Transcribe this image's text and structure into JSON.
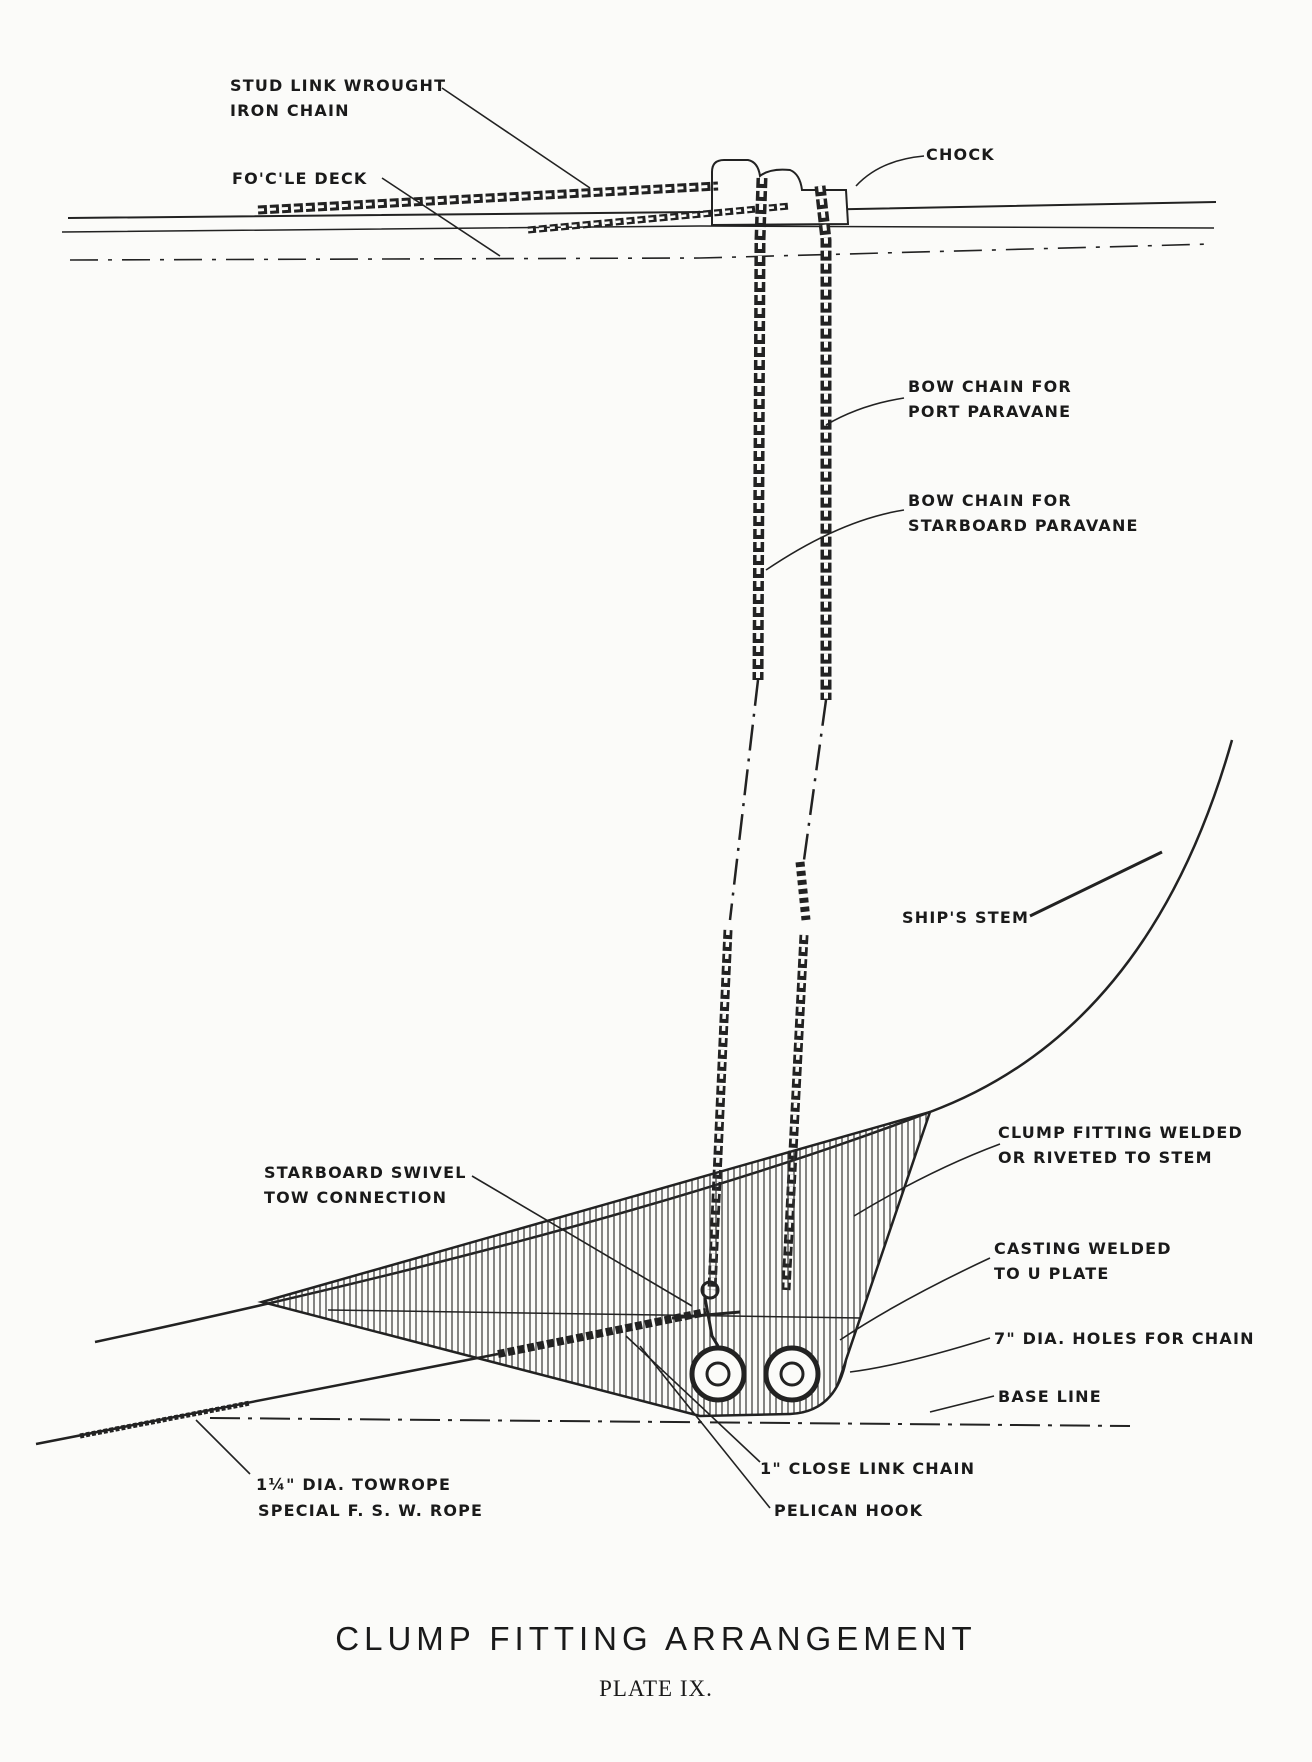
{
  "labels": {
    "stud_link_chain": [
      "STUD LINK WROUGHT",
      "IRON CHAIN"
    ],
    "foc_le_deck": "FO'C'LE DECK",
    "chock": "CHOCK",
    "bow_chain_port": [
      "BOW CHAIN FOR",
      "PORT PARAVANE"
    ],
    "bow_chain_starboard": [
      "BOW CHAIN FOR",
      "STARBOARD PARAVANE"
    ],
    "ships_stem": "SHIP'S STEM",
    "clump_fitting": [
      "CLUMP FITTING WELDED",
      "OR RIVETED TO STEM"
    ],
    "starboard_swivel": [
      "STARBOARD SWIVEL",
      "TOW CONNECTION"
    ],
    "casting": [
      "CASTING WELDED",
      "TO U PLATE"
    ],
    "holes": "7\" DIA. HOLES FOR CHAIN",
    "base_line": "BASE LINE",
    "towrope": [
      "1¼\" DIA. TOWROPE",
      "SPECIAL F. S. W. ROPE"
    ],
    "close_link_chain": "1\" CLOSE LINK CHAIN",
    "pelican_hook": "PELICAN HOOK"
  },
  "title": "CLUMP FITTING ARRANGEMENT",
  "plate": "PLATE IX."
}
